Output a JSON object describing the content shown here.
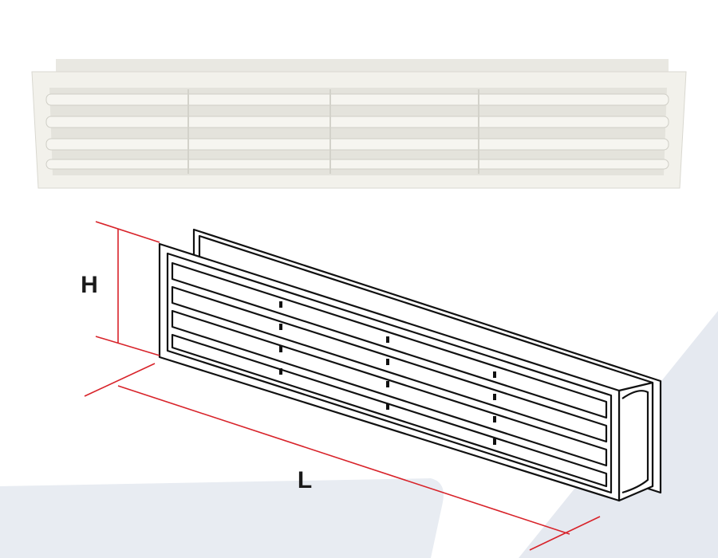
{
  "dimensions": {
    "height_label": "H",
    "length_label": "L"
  },
  "colors": {
    "background": "#ffffff",
    "background_swoosh": "#e6eaf1",
    "product_body": "#f1f0ea",
    "product_shadow": "#dcdbd3",
    "line_art": "#111111",
    "dimension_line": "#d8232a"
  },
  "icons": {
    "product_photo": "door-vent-grille-photo",
    "technical_drawing": "door-vent-grille-line-drawing"
  }
}
